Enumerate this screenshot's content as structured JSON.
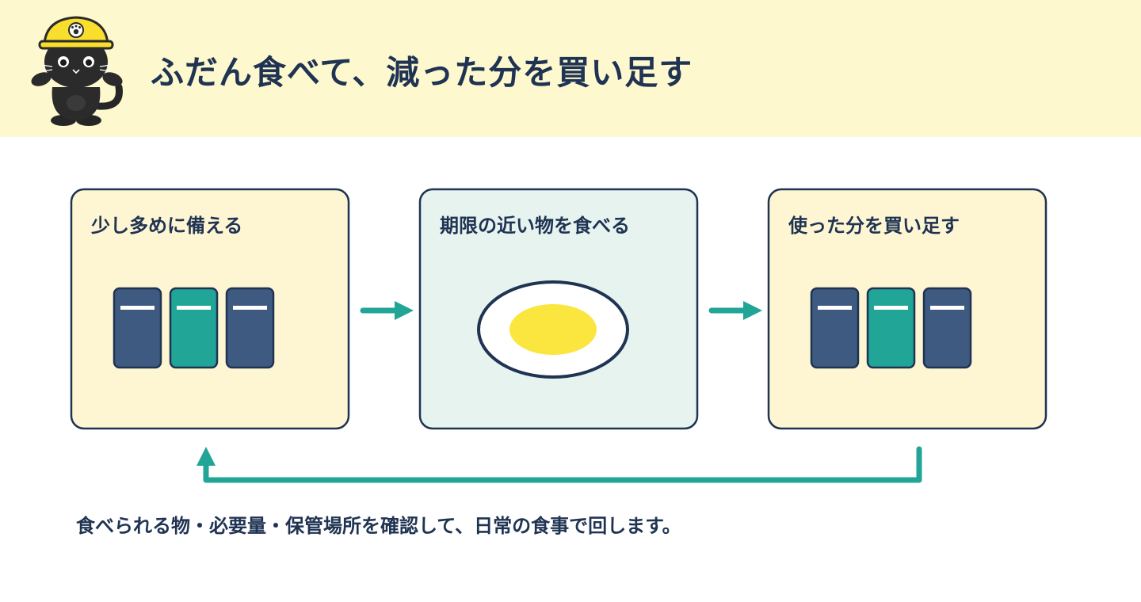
{
  "page": {
    "title": "ふだん食べて、減った分を買い足す"
  },
  "steps": [
    {
      "title": "少し多めに備える",
      "icon": "food-stock-icon"
    },
    {
      "title": "期限の近い物を食べる",
      "icon": "plate-icon"
    },
    {
      "title": "使った分を買い足す",
      "icon": "food-stock-icon"
    }
  ],
  "caption": "食べられる物・必要量・保管場所を確認して、日常の食事で回します。",
  "colors": {
    "header_bg": "#fef8cf",
    "card_warm_bg": "#fef6d3",
    "card_cool_bg": "#e6f3ef",
    "navy": "#1f3352",
    "can_blue": "#3f5a80",
    "can_teal": "#21a597",
    "arrow_teal": "#21a597",
    "egg_yolk": "#fbe53f",
    "helmet_yellow": "#f9de2d"
  }
}
